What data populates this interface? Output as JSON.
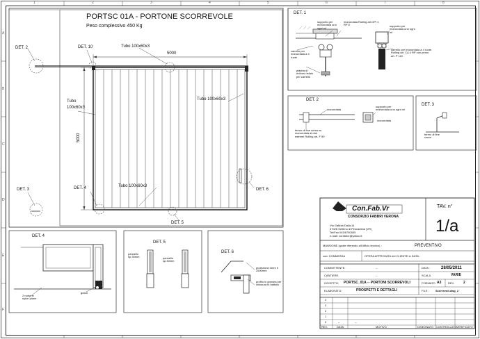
{
  "drawing": {
    "title": "PORTSC 01A - PORTONE SCORREVOLE",
    "weight": "Peso complessivo 450 Kg",
    "labels": {
      "det10": "DET. 10",
      "det2": "DET. 2",
      "det3": "DET. 3",
      "det4": "DET. 4",
      "det5": "DET. 5",
      "det6": "DET. 6",
      "tube_top": "Tubo 100x60x3",
      "tube_left": "Tubo",
      "tube_left2": "100x60x3",
      "tube_right": "Tubo 100x60x3",
      "tube_bottom": "Tubo 100x60x3",
      "width": "5000",
      "height": "5000"
    }
  },
  "det1": {
    "title": "DET. 1",
    "supporto": "supporto per monorotaia uno ogni ml",
    "monorotaia": "monorotaia Rolling art.GPI 4 RP 6",
    "supporto2": "supporto per monorotaia uno ogni ml",
    "carrello": "carrello per monorotaia a 4 ruote",
    "carrello2": "carrello per monorotaia a 4 ruote. Rolling art. CA 4 RP con perno art. P 110",
    "piastra": "piastra di rinforzo telaio per carrello"
  },
  "det2": {
    "title": "DET. 2",
    "monorotaia": "monorotaia",
    "supporto": "supporto per monorotaia uno ogni ml",
    "monorotaia2": "monorotaia",
    "termo": "termo di fine corsa su monorotaia ai due estremi Rolling art. F 50"
  },
  "det3": {
    "title": "DET. 3",
    "termo": "termo di fine corsa"
  },
  "det4": {
    "title": "DET. 4",
    "ruote": "2 ruote in nylon piane",
    "guida": "guida"
  },
  "det5": {
    "title": "DET. 5",
    "pannello1": "pannello sp.30mm",
    "pannello2": "pannello sp.30mm"
  },
  "det6": {
    "title": "DET. 6",
    "protezione": "protezione 4mm h 2500mm",
    "profilo": "profilo in gomma per chiusura in battuta"
  },
  "company": {
    "name": "Con.Fab.Vr",
    "subtitle": "CONSORZIO FABBRI VERONA",
    "address1": "Via Gabbia Dalla,14",
    "address2": "37026 Settimo di Pescantina (VR)",
    "phone": "Tel/Fax 045/6750005",
    "email": "e-mail: confabvr@yahoo.it",
    "tav_label": "TAV. n°",
    "tav_value": "1/a"
  },
  "titleblock": {
    "mansione_label": "MANSIONE (quale riferendo all'Ufficio tecnico) :",
    "mansione_value": "PREVENTIVO",
    "commessa_label": "cod. COMMESSA",
    "opera_label": "OPERA APPROVATA del CLIENTE in DATA :",
    "committente_label": "COMMITTENTE:",
    "committente_value": "--",
    "data_label": "DATA :",
    "data_value": "28/05/2011",
    "cantiere_label": "CANTIERE:",
    "cantiere_value": "--",
    "scala_label": "SCALA",
    "scala_value": "VARIE",
    "oggetto_label": "OGGETTO:",
    "oggetto_value": "PORTSC_01A -- PORTONI SCORREVOLI",
    "formato_label": "FORMATO",
    "formato_value": "A3",
    "rev_label": "REV.",
    "rev_value": "2",
    "elaborato_label": "ELABORATO:",
    "elaborato_value": "PROSPETTI E DETTAGLI",
    "file_label": "FILE :",
    "file_value": "Scorrevoli.dwg_2",
    "rev_rows": [
      "4",
      "3",
      "2",
      "1",
      "0"
    ],
    "rev_zero_line": "--",
    "rev_headers": [
      "REV.",
      "DATA",
      "MOTIVO",
      "DISEGNATO",
      "CONTROLLATO",
      "VERIFICATO"
    ]
  },
  "grid": {
    "top": [
      "1",
      "2",
      "3",
      "4",
      "5",
      "6",
      "7",
      "8"
    ],
    "left": [
      "A",
      "B",
      "C",
      "D",
      "E",
      "F"
    ]
  }
}
